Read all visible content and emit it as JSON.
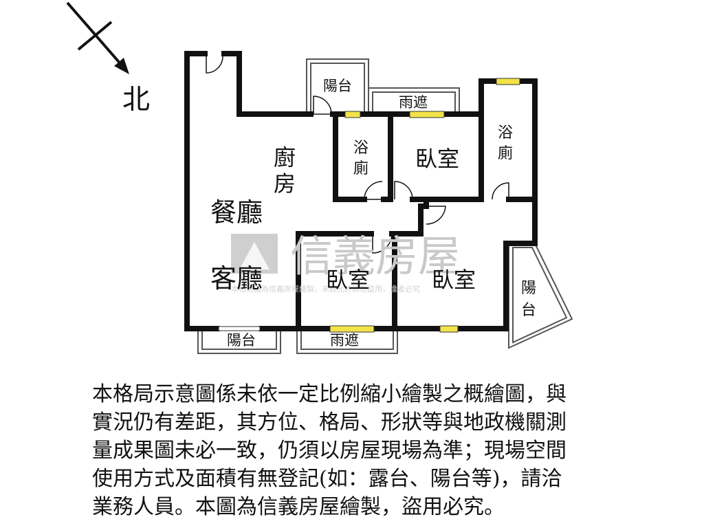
{
  "compass": {
    "label": "北"
  },
  "rooms": {
    "balcony_north": "陽台",
    "canopy_north": "雨遮",
    "bath_left": [
      "浴",
      "廁"
    ],
    "bath_right": [
      "浴",
      "廁"
    ],
    "bedroom_top": "臥室",
    "kitchen": [
      "廚",
      "房"
    ],
    "dining": "餐廳",
    "living": "客廳",
    "bedroom_mid": "臥室",
    "bedroom_right": "臥室",
    "balcony_east": [
      "陽",
      "台"
    ],
    "balcony_south": "陽台",
    "canopy_south": "雨遮"
  },
  "watermark": {
    "brand": "信義房屋",
    "note": "本格局圖為信義房屋繪製，未經允許請勿盜用，違者必究"
  },
  "disclaimer": {
    "lines": [
      "本格局示意圖係未依一定比例縮小繪製之概繪圖，與",
      "實況仍有差距，其方位、格局、形狀等與地政機關測",
      "量成果圖未必一致，仍須以房屋現場為準；現場空間",
      "使用方式及面積有無登記(如：露台、陽台等)，請洽",
      "業務人員。本圖為信義房屋繪製，盜用必究。"
    ]
  },
  "colors": {
    "wall": "#111111",
    "window": "#f2e34a",
    "watermark": "#c9c9c9"
  }
}
